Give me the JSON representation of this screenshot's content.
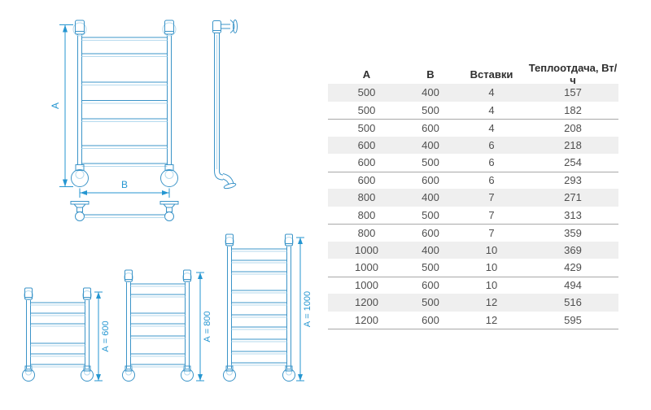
{
  "diagram": {
    "accent_color": "#2e93ce",
    "light_color": "#b5daee",
    "front_view": {
      "dim_height_label": "А",
      "dim_width_label": "В"
    },
    "variants": [
      {
        "label": "А = 600"
      },
      {
        "label": "А = 800"
      },
      {
        "label": "А = 1000"
      }
    ]
  },
  "table": {
    "columns": [
      "А",
      "В",
      "Вставки",
      "Теплоотдача, Вт/ч"
    ],
    "rows": [
      [
        "500",
        "400",
        "4",
        "157"
      ],
      [
        "500",
        "500",
        "4",
        "182"
      ],
      [
        "500",
        "600",
        "4",
        "208"
      ],
      [
        "600",
        "400",
        "6",
        "218"
      ],
      [
        "600",
        "500",
        "6",
        "254"
      ],
      [
        "600",
        "600",
        "6",
        "293"
      ],
      [
        "800",
        "400",
        "7",
        "271"
      ],
      [
        "800",
        "500",
        "7",
        "313"
      ],
      [
        "800",
        "600",
        "7",
        "359"
      ],
      [
        "1000",
        "400",
        "10",
        "369"
      ],
      [
        "1000",
        "500",
        "10",
        "429"
      ],
      [
        "1000",
        "600",
        "10",
        "494"
      ],
      [
        "1200",
        "500",
        "12",
        "516"
      ],
      [
        "1200",
        "600",
        "12",
        "595"
      ]
    ]
  }
}
